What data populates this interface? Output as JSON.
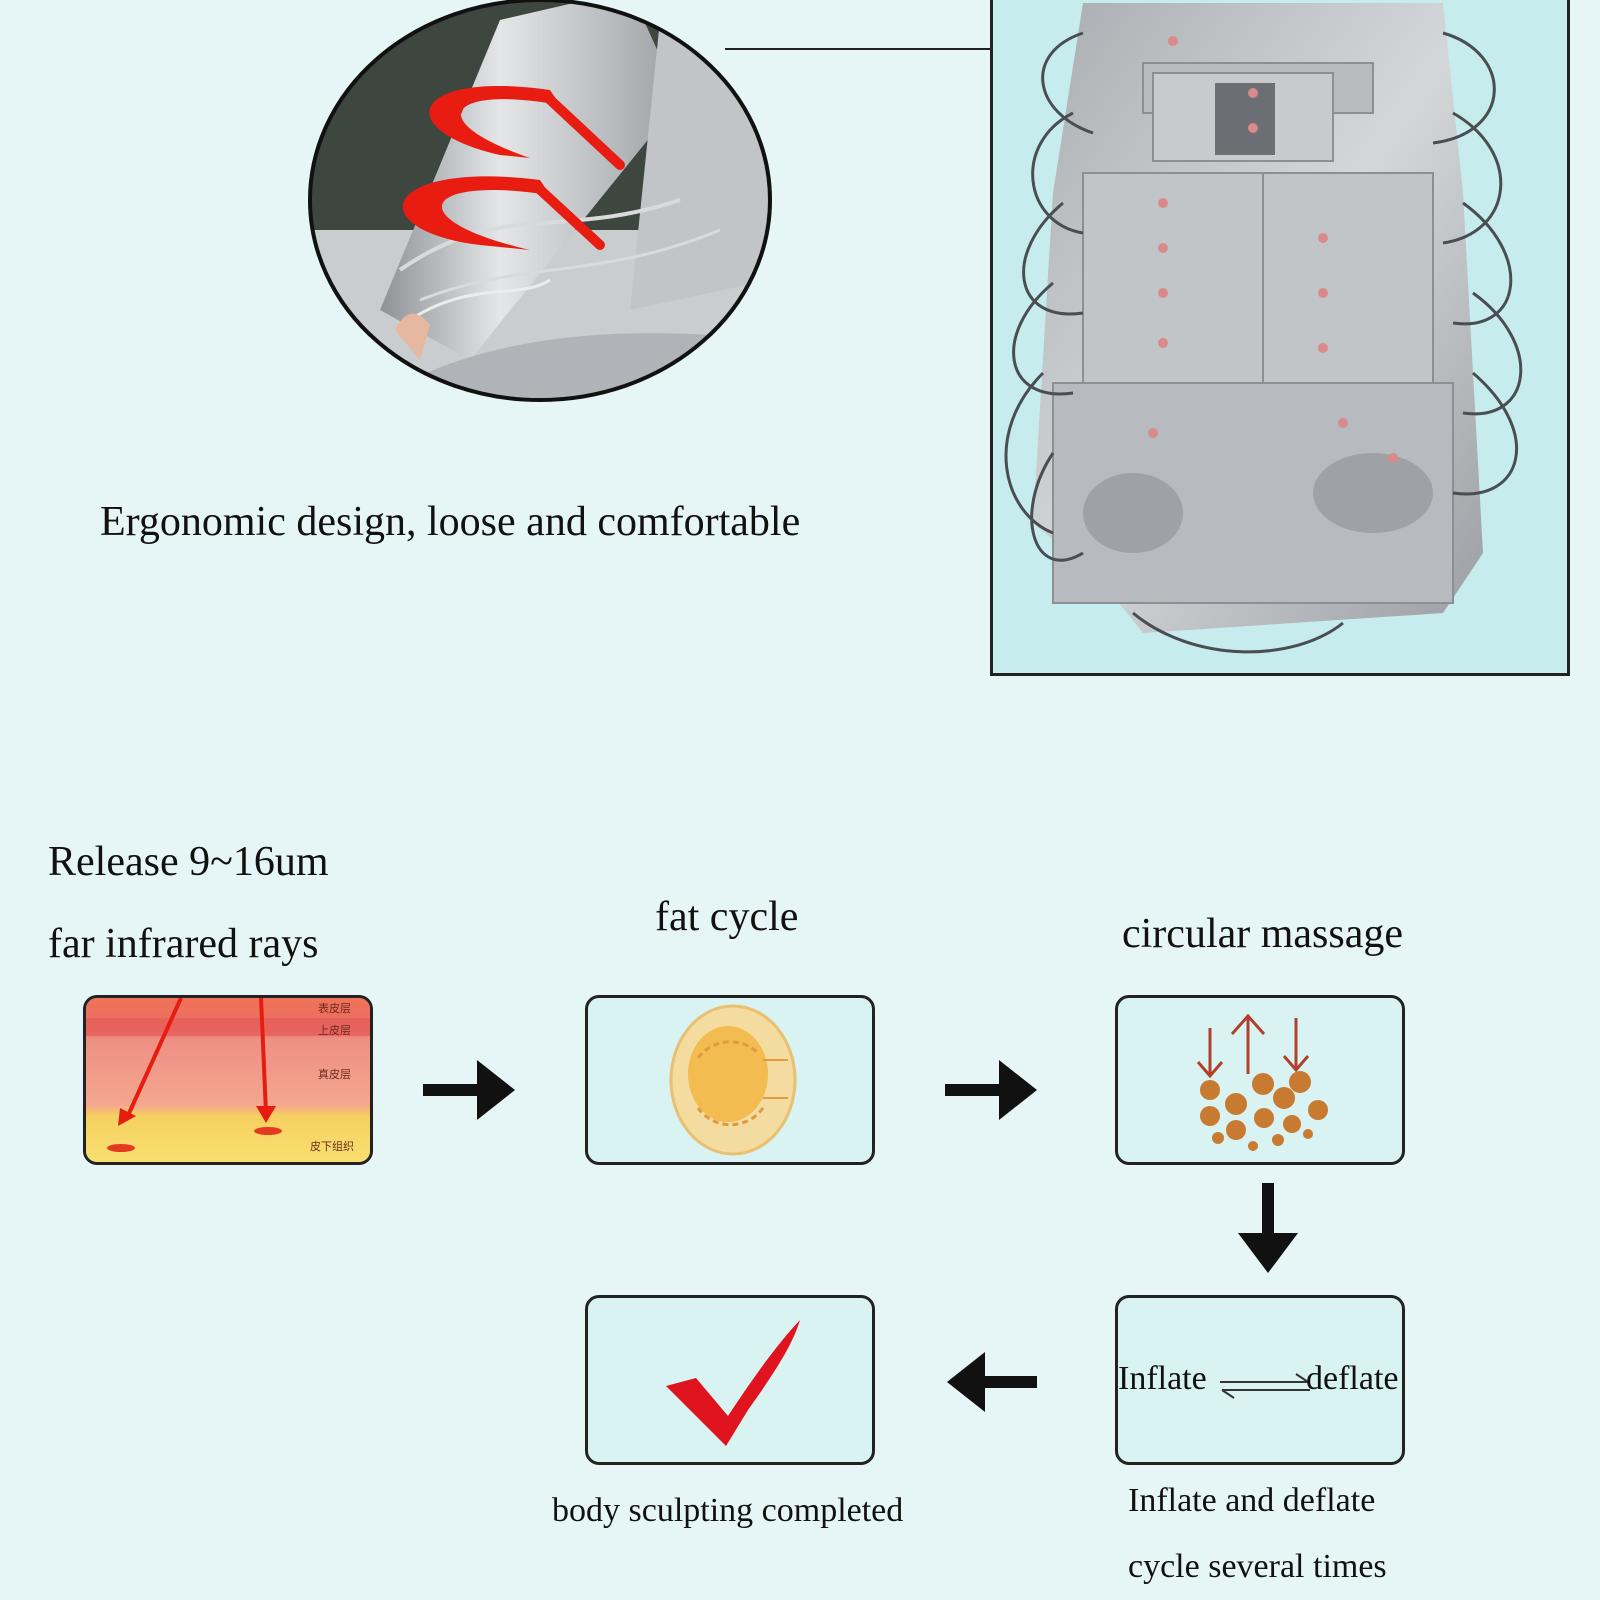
{
  "top": {
    "caption": "Ergonomic design, loose and comfortable"
  },
  "process": {
    "step1": {
      "title_line1": "Release 9~16um",
      "title_line2": "far infrared rays",
      "skin_layers": [
        "表皮层",
        "上皮层",
        "真皮层",
        "皮下组织"
      ]
    },
    "step2": {
      "title": "fat cycle"
    },
    "step3": {
      "title": "circular massage"
    },
    "step4": {
      "inflate_label": "Inflate",
      "deflate_label": "deflate",
      "desc_line1": "Inflate and deflate",
      "desc_line2": "cycle several times"
    },
    "step5": {
      "caption": "body sculpting completed"
    }
  },
  "colors": {
    "background": "#e6f6f6",
    "box_fill": "#d9f2f2",
    "suit_silver": "#b8bcc0",
    "check_red": "#e0141e",
    "heat_red": "#e81c10",
    "fat_brown": "#c77a30"
  }
}
